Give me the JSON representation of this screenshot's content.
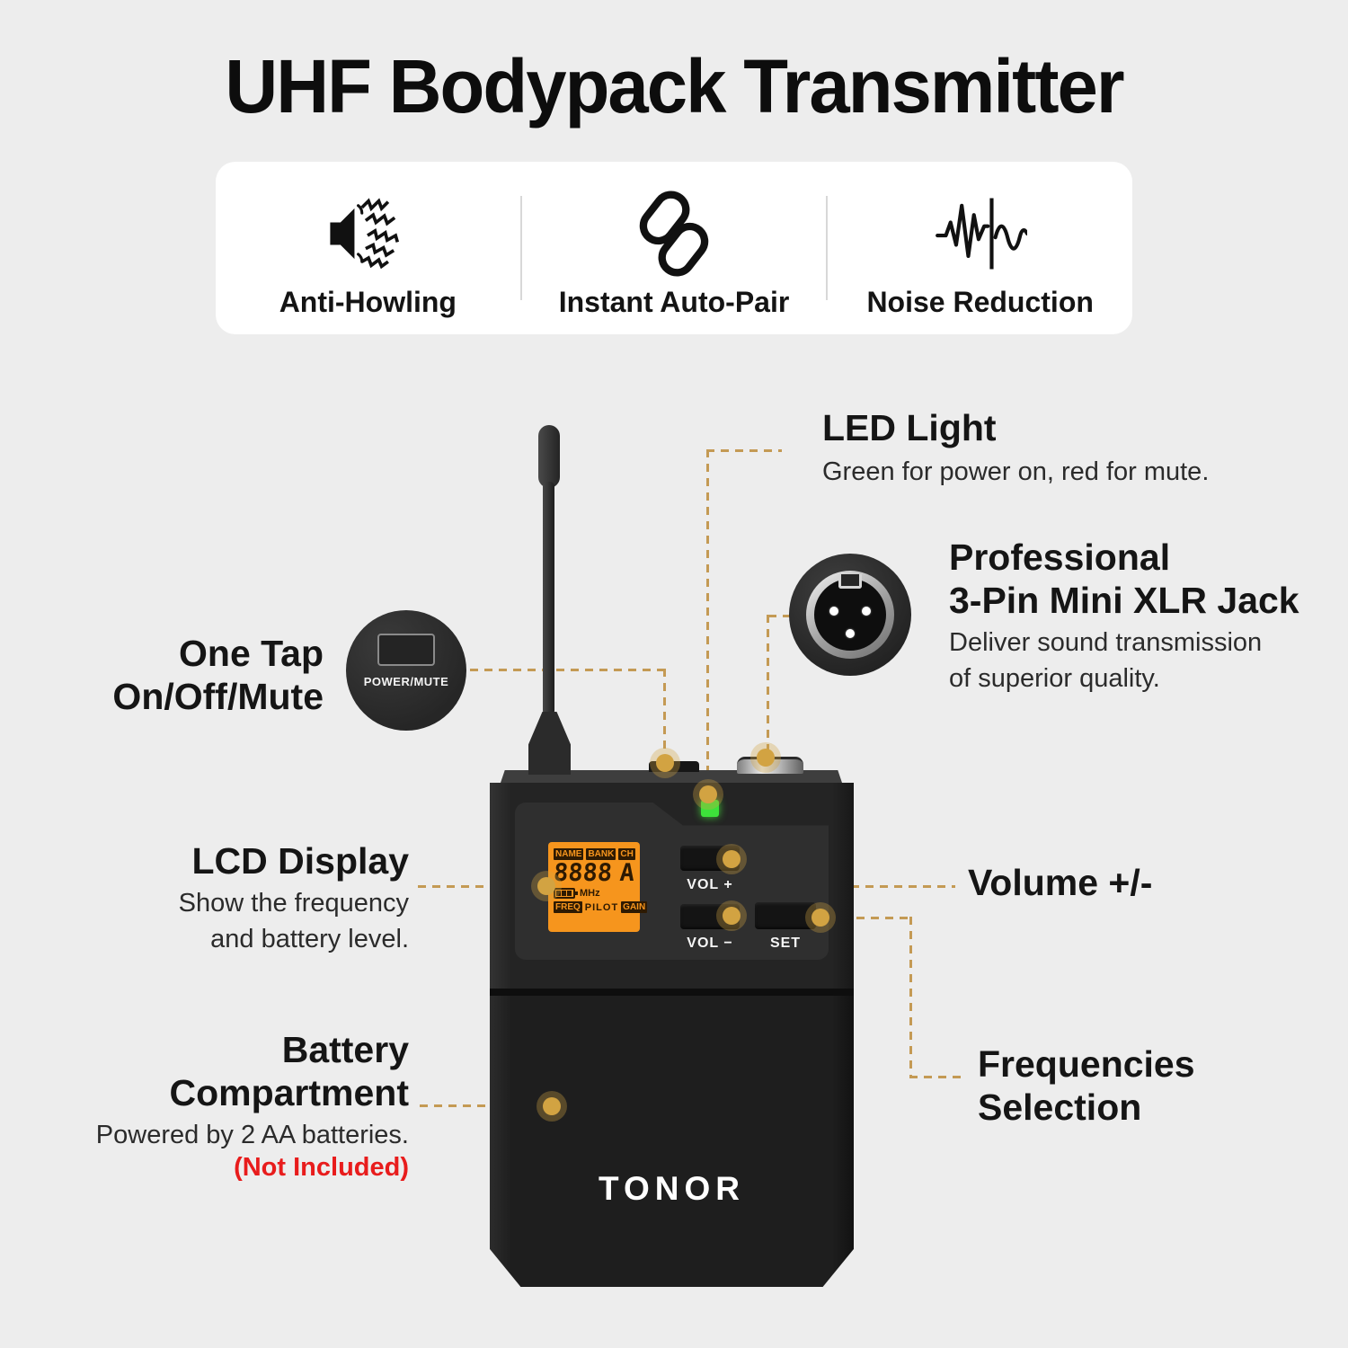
{
  "title": "UHF Bodypack Transmitter",
  "features": [
    {
      "icon": "anti-howling-icon",
      "label": "Anti-Howling"
    },
    {
      "icon": "chain-link-icon",
      "label": "Instant Auto-Pair"
    },
    {
      "icon": "noise-wave-icon",
      "label": "Noise Reduction"
    }
  ],
  "callouts": {
    "led": {
      "title": "LED Light",
      "desc": "Green for power on, red for mute."
    },
    "xlr": {
      "title1": "Professional",
      "title2": "3-Pin Mini XLR Jack",
      "desc1": "Deliver sound transmission",
      "desc2": "of superior quality."
    },
    "one_tap": {
      "title1": "One Tap",
      "title2": "On/Off/Mute"
    },
    "lcd": {
      "title": "LCD Display",
      "desc1": "Show the frequency",
      "desc2": "and battery level."
    },
    "volume": {
      "title": "Volume +/-"
    },
    "battery": {
      "title1": "Battery",
      "title2": "Compartment",
      "desc": "Powered by 2 AA batteries.",
      "note": "(Not Included)"
    },
    "frequencies": {
      "title1": "Frequencies",
      "title2": "Selection"
    }
  },
  "device": {
    "brand": "TONOR",
    "power_button_label": "POWER/MUTE",
    "lcd": {
      "tags_top": [
        "NAME",
        "BANK",
        "CH"
      ],
      "digits": "8888",
      "channel": "A",
      "unit": "MHz",
      "tag_freq": "FREQ",
      "tag_pilot": "PILOT",
      "tag_gain": "GAIN"
    },
    "buttons": {
      "vol_up": "VOL +",
      "vol_down": "VOL −",
      "set": "SET"
    }
  },
  "colors": {
    "background": "#EDEDED",
    "card": "#FFFFFF",
    "accent_dash": "#C49A54",
    "anchor_dot": "#D2A342",
    "lcd_orange": "#F6951D",
    "led_green": "#3DE23A",
    "note_red": "#E81C1C"
  }
}
